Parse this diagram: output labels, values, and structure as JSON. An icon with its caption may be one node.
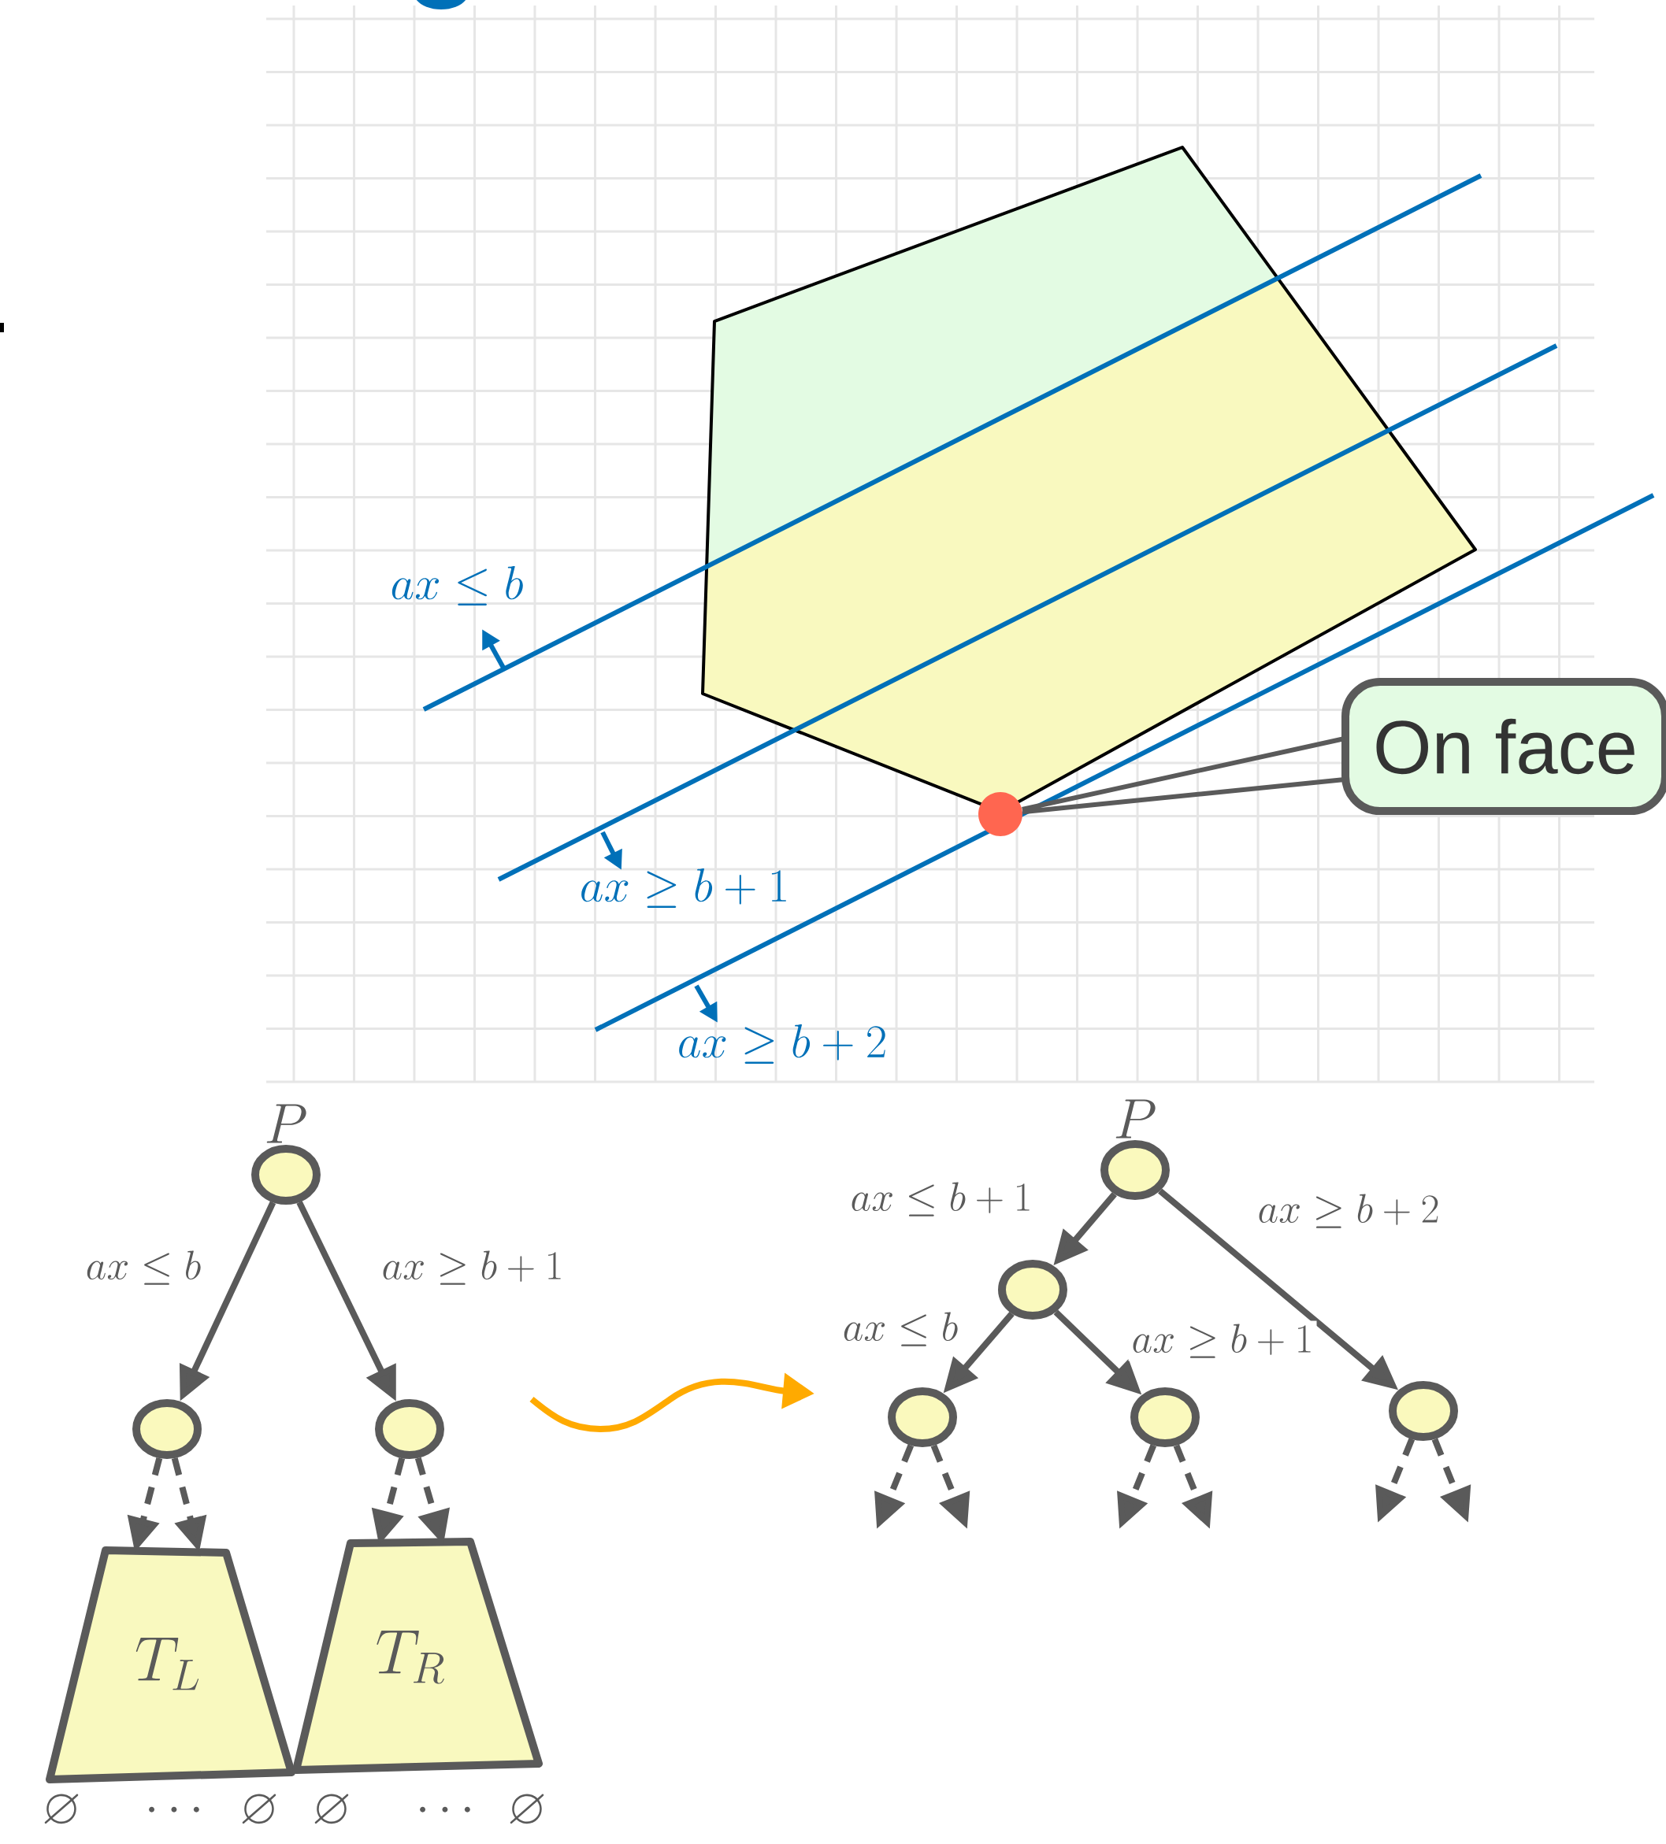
{
  "diagram": {
    "nodes": [
      {
        "text": [
          "On face"
        ]
      },
      {
        "text": [],
        "shape": "circle"
      },
      {
        "text": [
          "P"
        ]
      },
      {
        "text": [],
        "shape": "circle"
      },
      {
        "text": [],
        "shape": "circle"
      },
      {
        "text": [
          "T_L"
        ]
      },
      {
        "text": [
          "T_R"
        ]
      },
      {
        "text": [
          "P"
        ]
      },
      {
        "text": [],
        "shape": "circle"
      },
      {
        "text": [],
        "shape": "circle"
      },
      {
        "text": [],
        "shape": "circle"
      },
      {
        "text": [],
        "shape": "circle"
      }
    ],
    "edges": [
      {
        "from": 0,
        "to": 1,
        "arrow": "none"
      },
      {
        "from": 2,
        "to": 3,
        "arrow": "to",
        "label": "ax \\leq b"
      },
      {
        "from": 2,
        "to": 4,
        "arrow": "to",
        "label": "ax \\geq b+1"
      },
      {
        "from": 3,
        "to": 5,
        "arrow": "to",
        "style": "dashed"
      },
      {
        "from": 3,
        "to": 5,
        "arrow": "to",
        "style": "dashed"
      },
      {
        "from": 4,
        "to": 6,
        "arrow": "to",
        "style": "dashed"
      },
      {
        "from": 4,
        "to": 6,
        "arrow": "to",
        "style": "dashed"
      },
      {
        "from": 7,
        "to": 8,
        "arrow": "to",
        "label": "ax \\leq b+1"
      },
      {
        "from": 7,
        "to": 11,
        "arrow": "to",
        "label": "ax \\geq b+2"
      },
      {
        "from": 8,
        "to": 9,
        "arrow": "to",
        "label": "ax \\leq b"
      },
      {
        "from": 8,
        "to": 10,
        "arrow": "to",
        "label": "ax \\geq b+1"
      },
      {
        "from": 9,
        "to": null,
        "arrow": "to",
        "style": "dashed"
      },
      {
        "from": 9,
        "to": null,
        "arrow": "to",
        "style": "dashed"
      },
      {
        "from": 10,
        "to": null,
        "arrow": "to",
        "style": "dashed"
      },
      {
        "from": 10,
        "to": null,
        "arrow": "to",
        "style": "dashed"
      },
      {
        "from": 11,
        "to": null,
        "arrow": "to",
        "style": "dashed"
      },
      {
        "from": 11,
        "to": null,
        "arrow": "to",
        "style": "dashed"
      }
    ],
    "labels": [
      "ax \\leq b",
      "ax \\geq b+1",
      "ax \\geq b+2",
      "\\varnothing",
      "\\cdots",
      "\\varnothing",
      "\\varnothing",
      "\\cdots",
      "\\varnothing"
    ]
  }
}
